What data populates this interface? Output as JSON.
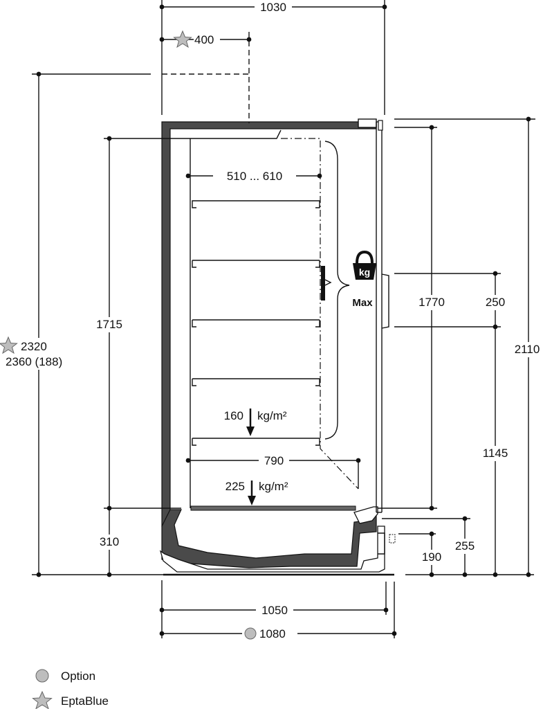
{
  "colors": {
    "ink": "#111111",
    "wall": "#4a4a4a",
    "symbol_fill": "#bdbdbd",
    "shelf": "#666666"
  },
  "icons": {
    "option": "circle-icon",
    "eptablue": "star-icon",
    "weight": "kettlebell-icon"
  },
  "dimensions": {
    "top_width": "1030",
    "top_option": "400",
    "shelf_depth": "510 ... 610",
    "inner_height": "1715",
    "total_height_1": "2320",
    "total_height_2": "2360 (188)",
    "door_height": "1770",
    "handle_height": "250",
    "total_right": "2110",
    "handle_base": "1145",
    "base_height": "310",
    "bottom_depth": "790",
    "plinth_255": "255",
    "plinth_190": "190",
    "base_width": "1050",
    "base_option": "1080"
  },
  "loads": {
    "shelf_value": "160",
    "shelf_unit": "kg/m²",
    "bottom_value": "225",
    "bottom_unit": "kg/m²",
    "weight_label": "kg",
    "max_label": "Max"
  },
  "legend": {
    "option_label": "Option",
    "eptablue_label": "EptaBlue"
  }
}
